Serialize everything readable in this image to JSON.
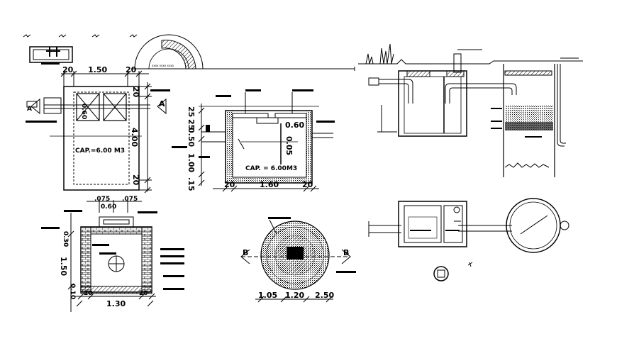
{
  "plan_view": {
    "dims": {
      "top_wall_left": "20",
      "top_width": "1.50",
      "top_wall_right": "20",
      "right_top": "20",
      "interior_a": "0.60",
      "right_length": "4.00",
      "bottom_right": "20"
    },
    "capacity": "CAP.=6.00 M3",
    "section_left": "A",
    "section_right": "A"
  },
  "long_section": {
    "dims": {
      "top1": "25",
      "top2": "25",
      "mid": "0.50",
      "depth": "1.00",
      "base": ".15",
      "left_wall": "20",
      "inner_width": "1.60",
      "right_wall": "20",
      "pipe_a": "0.60",
      "pipe_b": "0.05"
    },
    "capacity": "CAP. = 6.00M3"
  },
  "cross_section": {
    "dims": {
      "top_l": ".075",
      "top_r": ".075",
      "top_mid": "0.60",
      "slab": "0.30",
      "height": "1.50",
      "base": "0.10",
      "bottom_l": "20",
      "bottom_mid": "1.30",
      "bottom_r": "20"
    }
  },
  "circular_pit": {
    "section_left": "B",
    "section_right": "B",
    "dims": {
      "left": "1.05",
      "mid": "1.20",
      "right": "2.50"
    }
  },
  "colors": {
    "ink": "#000000",
    "paper": "#ffffff"
  }
}
